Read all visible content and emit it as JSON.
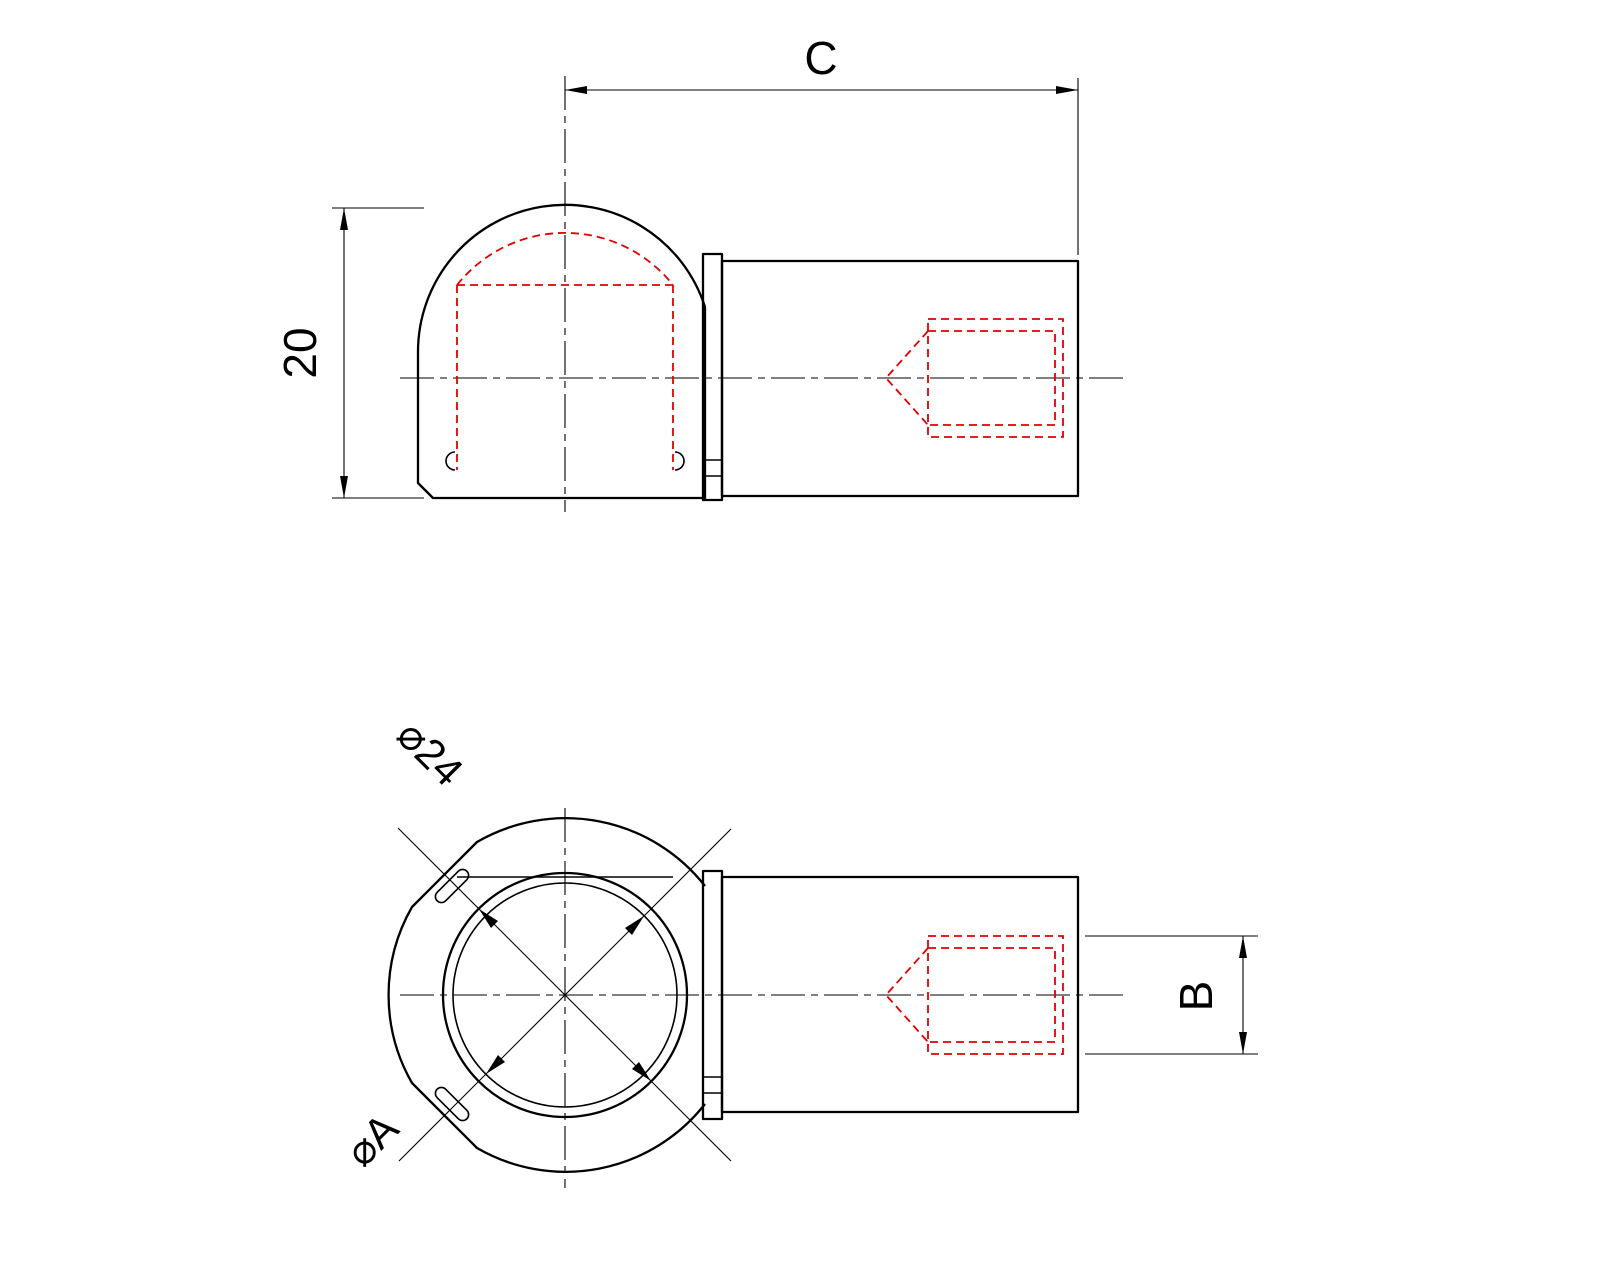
{
  "colors": {
    "outline": "#000000",
    "hidden": "#e00000",
    "background": "#ffffff"
  },
  "views": {
    "side": {
      "dims": {
        "c": "C",
        "height": "20"
      }
    },
    "front": {
      "dims": {
        "outer_dia": "⌀24",
        "bore_dia": "⌀A",
        "thread": "B"
      }
    }
  }
}
